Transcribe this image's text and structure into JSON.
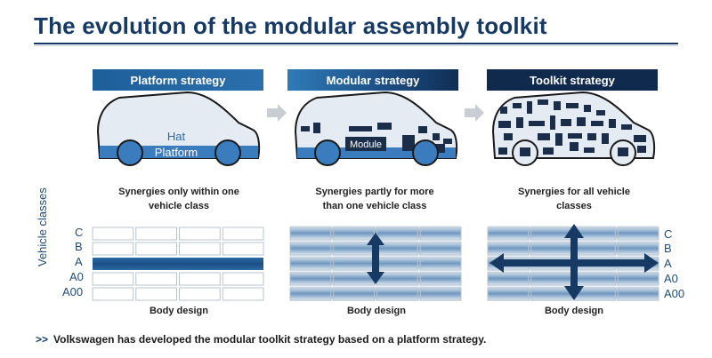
{
  "title": "The evolution of the modular assembly toolkit",
  "strategies": [
    {
      "header": "Platform strategy",
      "caption_line1": "Synergies only within one",
      "caption_line2": "vehicle class",
      "body_label": "Body design"
    },
    {
      "header": "Modular strategy",
      "caption_line1": "Synergies partly for more",
      "caption_line2": "than one vehicle class",
      "body_label": "Body design"
    },
    {
      "header": "Toolkit strategy",
      "caption_line1": "Synergies for all vehicle",
      "caption_line2": "classes",
      "body_label": "Body design"
    }
  ],
  "car_labels": {
    "hat": "Hat",
    "platform": "Platform",
    "module": "Module"
  },
  "axis_label": "Vehicle classes",
  "vehicle_classes": [
    "C",
    "B",
    "A",
    "A0",
    "A00"
  ],
  "footer": {
    "chevron": ">>",
    "text": "Volkswagen has developed the modular toolkit strategy based on a platform strategy."
  },
  "colors": {
    "navy": "#163a63",
    "blue": "#2a6aa8",
    "car_fill": "#e4ebf2",
    "dark": "#0f2a4d"
  }
}
